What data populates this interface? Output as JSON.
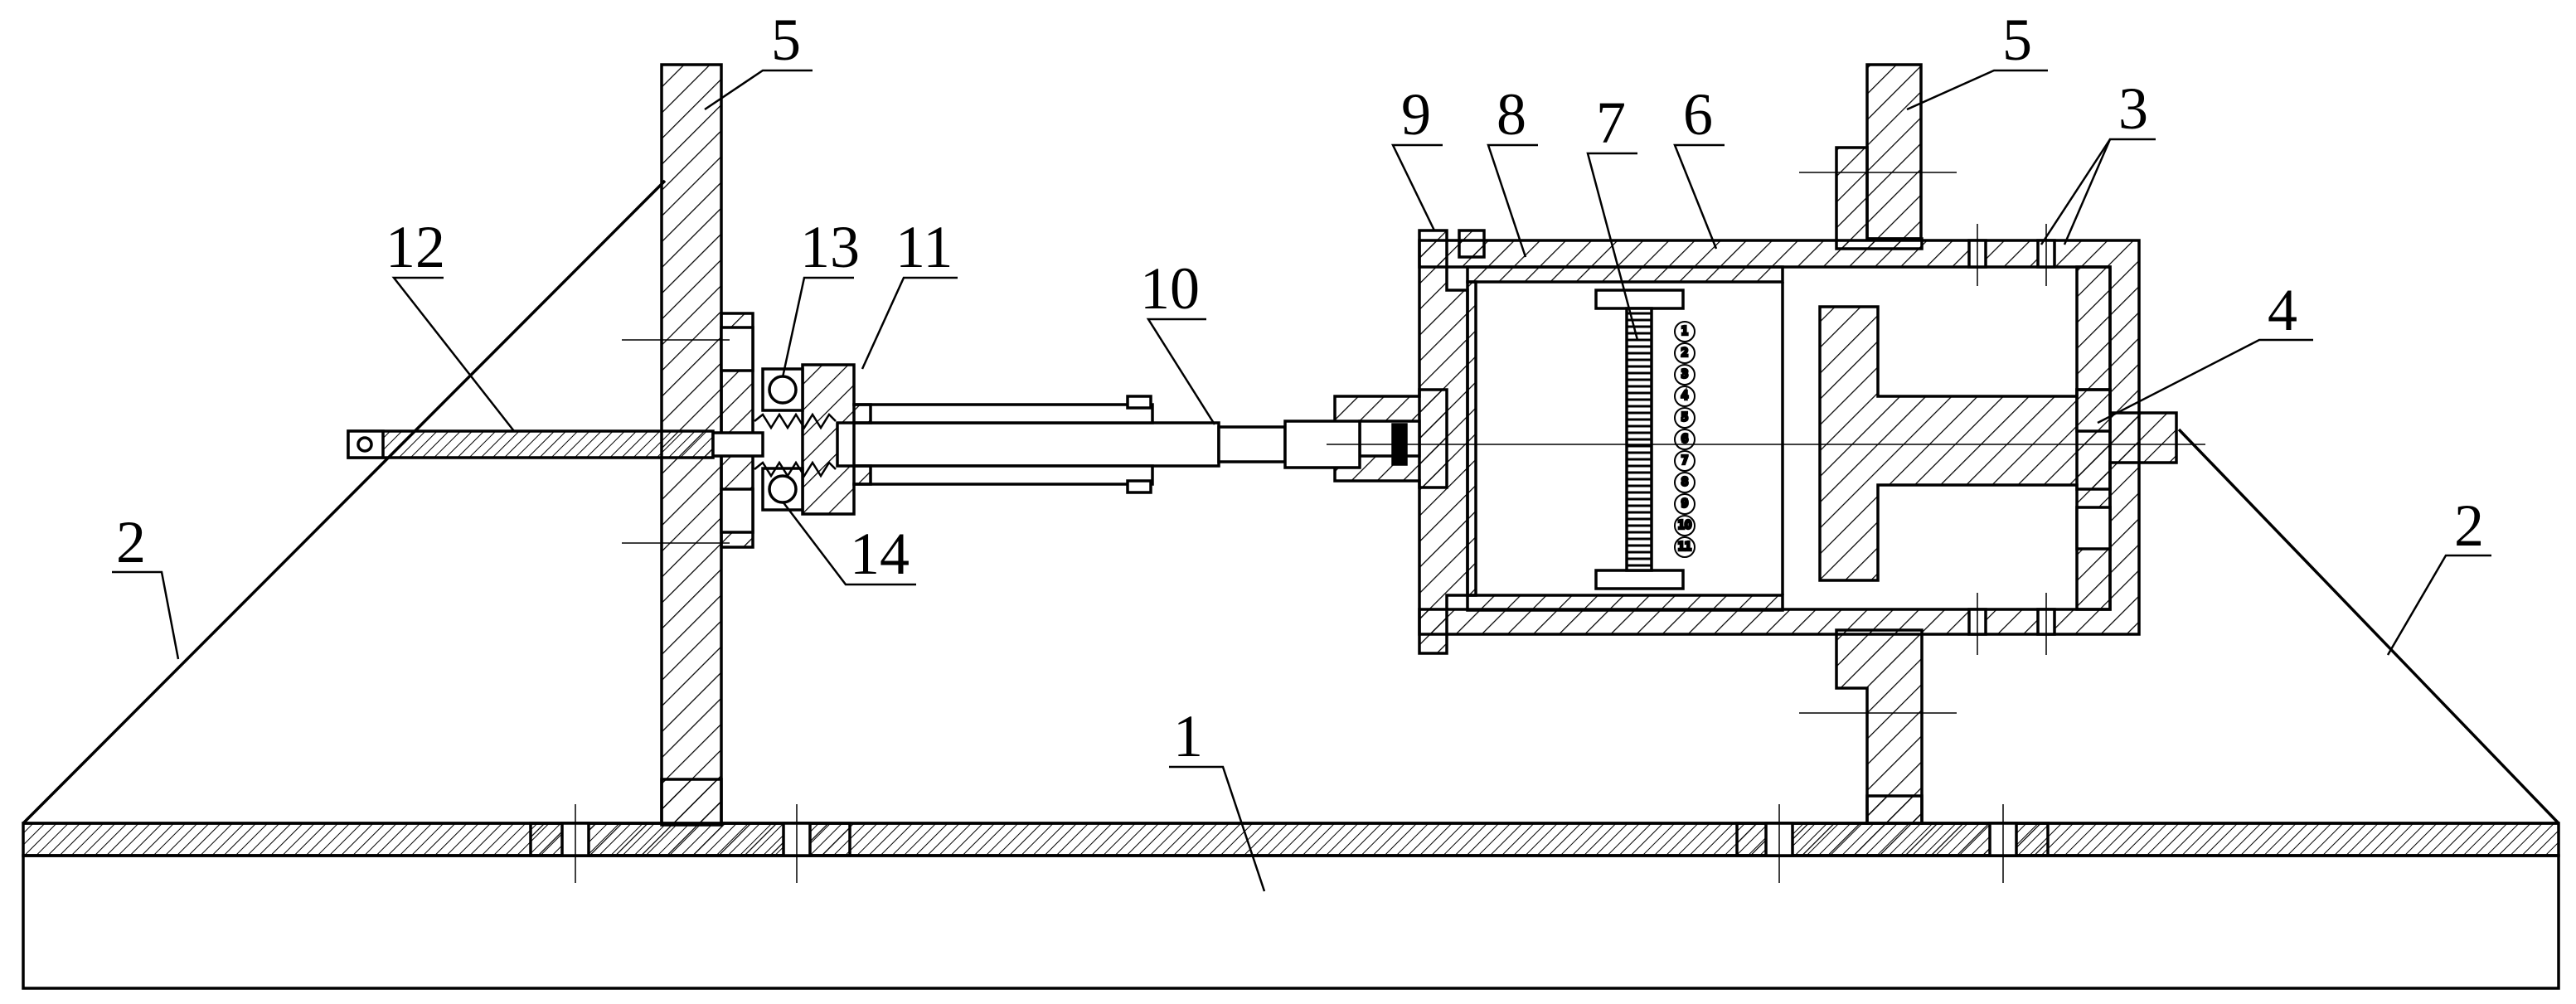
{
  "figure": {
    "part_labels": [
      "1",
      "2",
      "2",
      "3",
      "4",
      "5",
      "5",
      "6",
      "7",
      "8",
      "9",
      "10",
      "11",
      "12",
      "13",
      "14"
    ],
    "coil_numbers": [
      "1",
      "2",
      "3",
      "4",
      "5",
      "6",
      "7",
      "8",
      "9",
      "10",
      "11"
    ]
  }
}
